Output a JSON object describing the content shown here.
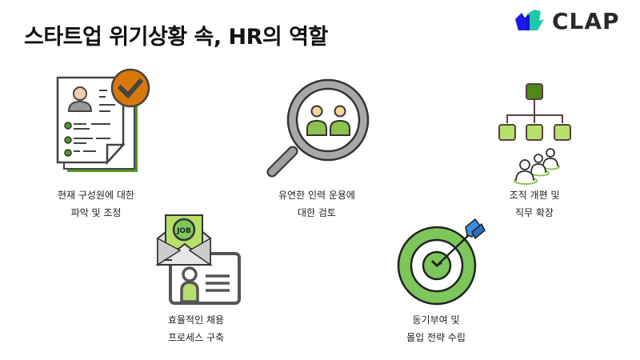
{
  "title": "스타트업 위기상황 속, HR의 역할",
  "logo": {
    "text": "CLAP",
    "colors": {
      "blue": "#1a1aee",
      "teal": "#1ec8a8"
    }
  },
  "items": [
    {
      "icon": "resume-check-icon",
      "line1": "현재 구성원에 대한",
      "line2": "파악 및 조정"
    },
    {
      "icon": "magnifier-people-icon",
      "line1": "유연한 인력 운용에",
      "line2": "대한 검토"
    },
    {
      "icon": "org-chart-icon",
      "line1": "조직 개편 및",
      "line2": "직무 확장"
    },
    {
      "icon": "job-envelope-icon",
      "line1": "효율적인 채용",
      "line2": "프로세스 구축"
    },
    {
      "icon": "target-arrow-icon",
      "line1": "동기부여 및",
      "line2": "몰입 전략 수립"
    }
  ],
  "colors": {
    "green": "#7cc65a",
    "light_green": "#b7e06a",
    "dark_green": "#4e9a1e",
    "orange": "#d9780a",
    "gray": "#a8a8a8",
    "outline": "#333333"
  }
}
